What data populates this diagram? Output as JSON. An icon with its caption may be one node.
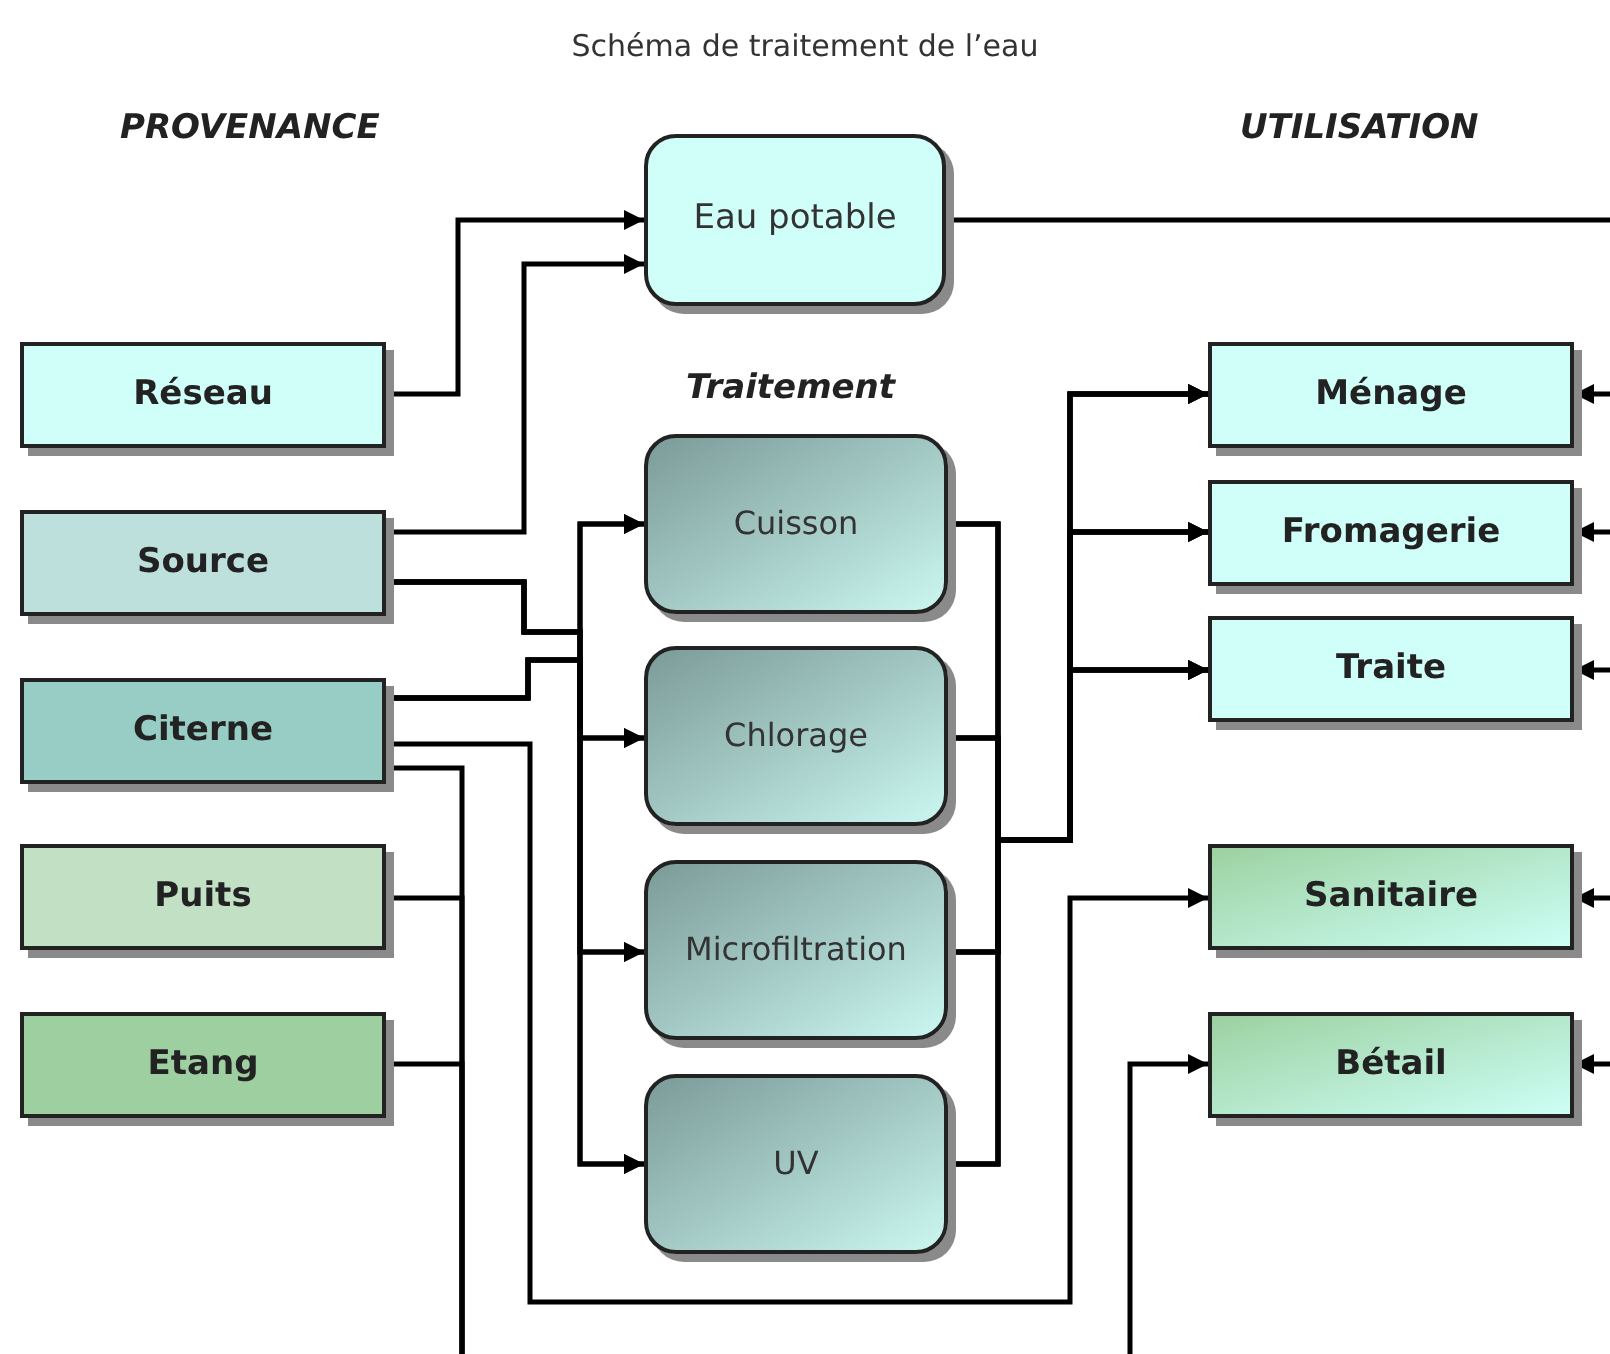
{
  "diagram": {
    "title": "Schéma de traitement de l’eau",
    "nodes": [
      {
        "text": [
          "Eau potable"
        ]
      },
      {
        "text": [
          "Réseau"
        ]
      },
      {
        "text": [
          "Source"
        ]
      },
      {
        "text": [
          "Citerne"
        ]
      },
      {
        "text": [
          "Puits"
        ]
      },
      {
        "text": [
          "Etang"
        ]
      },
      {
        "text": [
          "Cuisson"
        ]
      },
      {
        "text": [
          "Chlorage"
        ]
      },
      {
        "text": [
          "Microfiltration"
        ]
      },
      {
        "text": [
          "UV"
        ]
      },
      {
        "text": [
          "Ménage"
        ]
      },
      {
        "text": [
          "Fromagerie"
        ]
      },
      {
        "text": [
          "Traite"
        ]
      },
      {
        "text": [
          "Sanitaire"
        ]
      },
      {
        "text": [
          "Bétail"
        ]
      }
    ],
    "edges": [
      {
        "from": 1,
        "to": 0,
        "arrow": "to"
      },
      {
        "from": 2,
        "to": 0,
        "arrow": "to"
      },
      {
        "from": 2,
        "to": 6,
        "arrow": "to"
      },
      {
        "from": 2,
        "to": 7,
        "arrow": "to"
      },
      {
        "from": 2,
        "to": 8,
        "arrow": "to"
      },
      {
        "from": 2,
        "to": 9,
        "arrow": "to"
      },
      {
        "from": 3,
        "to": 6,
        "arrow": "to"
      },
      {
        "from": 3,
        "to": 7,
        "arrow": "to"
      },
      {
        "from": 3,
        "to": 8,
        "arrow": "to"
      },
      {
        "from": 3,
        "to": 9,
        "arrow": "to"
      },
      {
        "from": 3,
        "to": 13,
        "arrow": "to"
      },
      {
        "from": 3,
        "to": null,
        "arrow": "none"
      },
      {
        "from": 4,
        "to": null,
        "arrow": "none"
      },
      {
        "from": 5,
        "to": null,
        "arrow": "none"
      },
      {
        "from": 0,
        "to": null,
        "arrow": "none"
      },
      {
        "from": 6,
        "to": 10,
        "arrow": "to"
      },
      {
        "from": 6,
        "to": 11,
        "arrow": "to"
      },
      {
        "from": 6,
        "to": 12,
        "arrow": "to"
      },
      {
        "from": 7,
        "to": 10,
        "arrow": "to"
      },
      {
        "from": 7,
        "to": 11,
        "arrow": "to"
      },
      {
        "from": 7,
        "to": 12,
        "arrow": "to"
      },
      {
        "from": 8,
        "to": 10,
        "arrow": "to"
      },
      {
        "from": 8,
        "to": 11,
        "arrow": "to"
      },
      {
        "from": 8,
        "to": 12,
        "arrow": "to"
      },
      {
        "from": 9,
        "to": 10,
        "arrow": "to"
      },
      {
        "from": 9,
        "to": 11,
        "arrow": "to"
      },
      {
        "from": 9,
        "to": 12,
        "arrow": "to"
      },
      {
        "from": null,
        "to": 10,
        "arrow": "to"
      },
      {
        "from": null,
        "to": 11,
        "arrow": "to"
      },
      {
        "from": null,
        "to": 12,
        "arrow": "to"
      },
      {
        "from": null,
        "to": 13,
        "arrow": "to"
      },
      {
        "from": null,
        "to": 14,
        "arrow": "to"
      },
      {
        "from": null,
        "to": 14,
        "arrow": "to"
      }
    ],
    "labels": [
      "PROVENANCE",
      "UTILISATION",
      "Traitement"
    ]
  }
}
